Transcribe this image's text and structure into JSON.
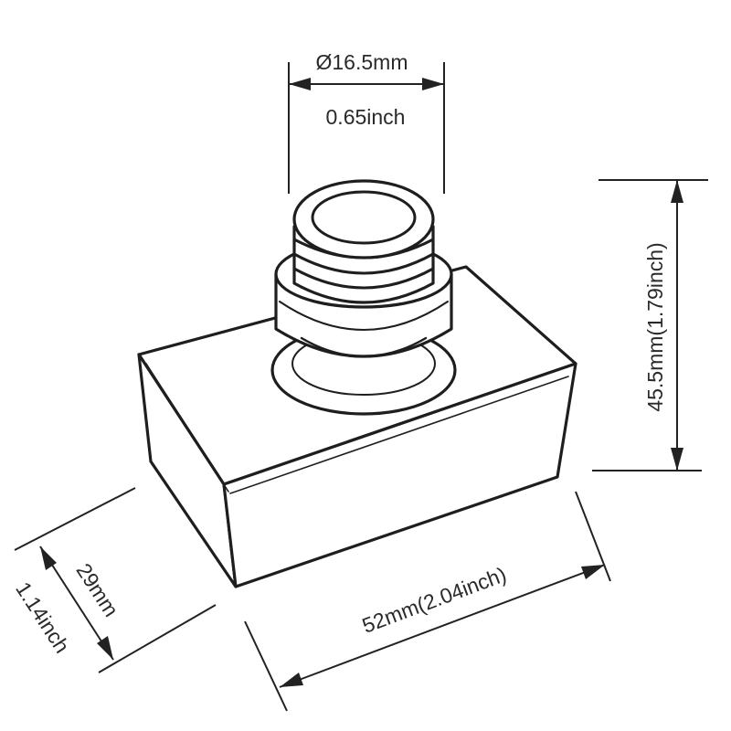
{
  "dimensions": {
    "diameter_mm": "Ø16.5mm",
    "diameter_inch": "0.65inch",
    "height": "45.5mm(1.79inch)",
    "length": "52mm(2.04inch)",
    "width_mm": "29mm",
    "width_inch": "1.14inch"
  },
  "colors": {
    "line": "#1e1e1e",
    "background": "#ffffff"
  }
}
